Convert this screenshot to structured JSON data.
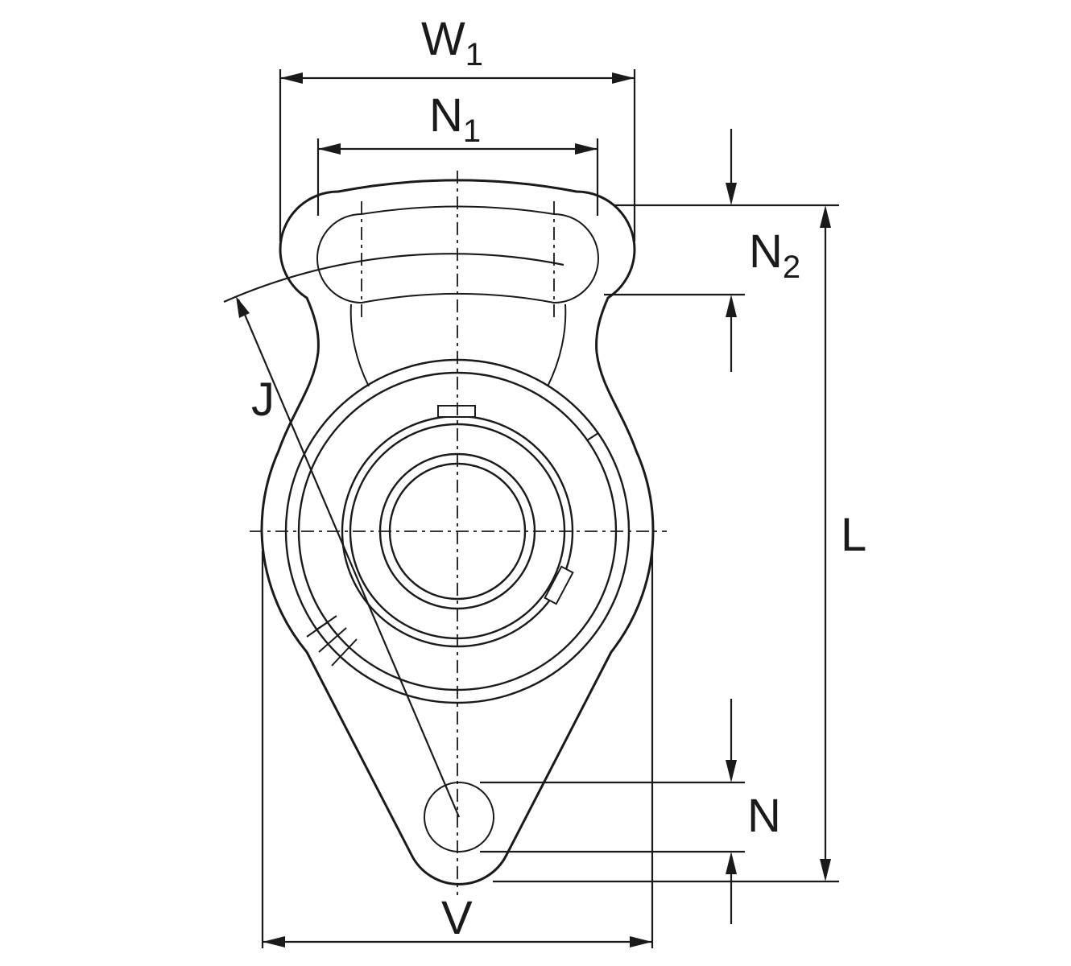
{
  "drawing": {
    "colors": {
      "ink": "#1a1a1a",
      "paper": "#ffffff"
    },
    "labels": {
      "w1": {
        "main": "W",
        "sub": "1"
      },
      "n1": {
        "main": "N",
        "sub": "1"
      },
      "n2": {
        "main": "N",
        "sub": "2"
      },
      "j": "J",
      "l": "L",
      "n": "N",
      "v": "V"
    }
  }
}
